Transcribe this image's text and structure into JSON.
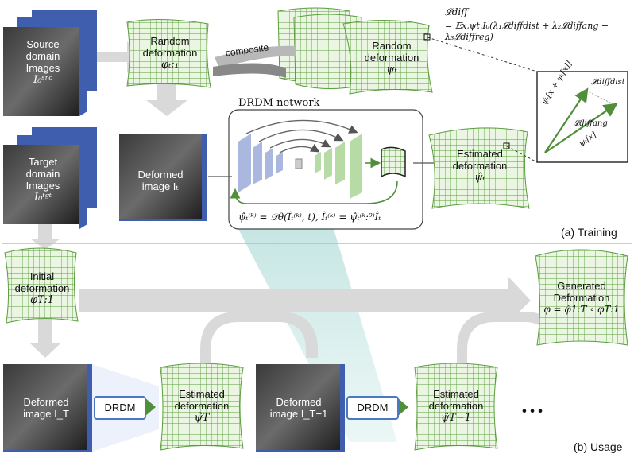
{
  "source_stack": {
    "lines": [
      "Source",
      "domain",
      "Images"
    ],
    "symbol": "I₀ˢʳᶜ"
  },
  "target_stack": {
    "lines": [
      "Target",
      "domain",
      "Images"
    ],
    "symbol": "I₀ᵗᵍᵗ"
  },
  "random_deformation_left": {
    "lines": [
      "Random",
      "deformation"
    ],
    "symbol": "φₜ:₁"
  },
  "composite_label": "composite",
  "random_deformation_right": {
    "lines": [
      "Random",
      "deformation"
    ],
    "symbol": "ψₜ"
  },
  "loss": {
    "lhs": "𝓛diff",
    "rhs": "= 𝔼x,ψt,I₀(λ₁𝓛diffdist + λ₂𝓛diffang + λ₃𝓛diffreg)"
  },
  "drdm_network_title": "DRDM network",
  "deformed_image": {
    "lines": [
      "Deformed",
      "image Iₜ"
    ]
  },
  "estimated_deformation_train": {
    "lines": [
      "Estimated",
      "deformation"
    ],
    "symbol": "ψ̂ₜ"
  },
  "inset": {
    "dist_label": "𝓛diffdist",
    "ang_label": "𝓛diffang",
    "arrow_a": "ψ̂ₜ[x + ψₜ[x]]",
    "arrow_b": "ψₜ[x]"
  },
  "network_formula": "ψ̂ₜ⁽ᵏ⁾ = 𝒟θ(Îₜ⁽ᵏ⁾, t),  Îₜ⁽ᵏ⁾ = ψ̂ₜ⁽ᵏ:⁰⁾Îₜ",
  "training_label": "(a) Training",
  "initial_deformation": {
    "lines": [
      "Initial",
      "deformation"
    ],
    "symbol": "φT:1"
  },
  "generated_deformation": {
    "lines": [
      "Generated",
      "Deformation"
    ],
    "formula": "φ = φ̂1:T ∘ φT:1"
  },
  "deformed_image_T": {
    "lines": [
      "Deformed",
      "image I_T"
    ]
  },
  "drdm_button_1": "DRDM",
  "estimated_deformation_T": {
    "lines": [
      "Estimated",
      "deformation"
    ],
    "symbol": "ψ̂T"
  },
  "deformed_image_T1": {
    "lines": [
      "Deformed",
      "image I_T−1"
    ]
  },
  "drdm_button_2": "DRDM",
  "estimated_deformation_T1": {
    "lines": [
      "Estimated",
      "deformation"
    ],
    "symbol": "ψ̂T−1"
  },
  "ellipsis": "• • •",
  "usage_label": "(b) Usage",
  "colors": {
    "grid_green": "#5a9e3c",
    "blue_frame": "#3f5fae",
    "arrow_gray": "#d9d9d9",
    "layer_blue": "#aab8e0",
    "layer_green": "#b7dba5"
  }
}
